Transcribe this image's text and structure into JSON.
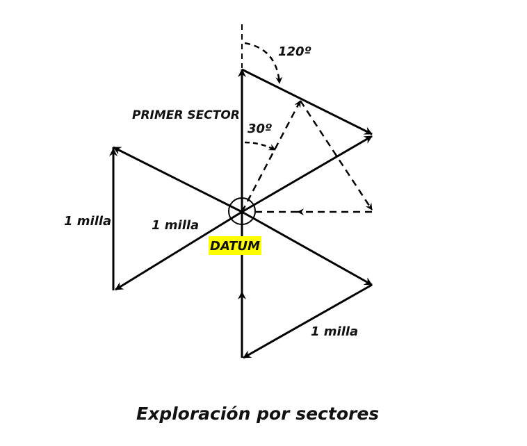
{
  "diagram": {
    "title": "Exploración por sectores",
    "labels": {
      "primer_sector": "PRIMER SECTOR",
      "angle_120": "120º",
      "angle_30": "30º",
      "datum": "DATUM",
      "leg_left_outer": "1 milla",
      "leg_left_inner": "1 milla",
      "leg_bottom": "1 milla"
    },
    "colors": {
      "line": "#000000",
      "datum_highlight": "#ffff00",
      "background": "#ffffff"
    }
  }
}
